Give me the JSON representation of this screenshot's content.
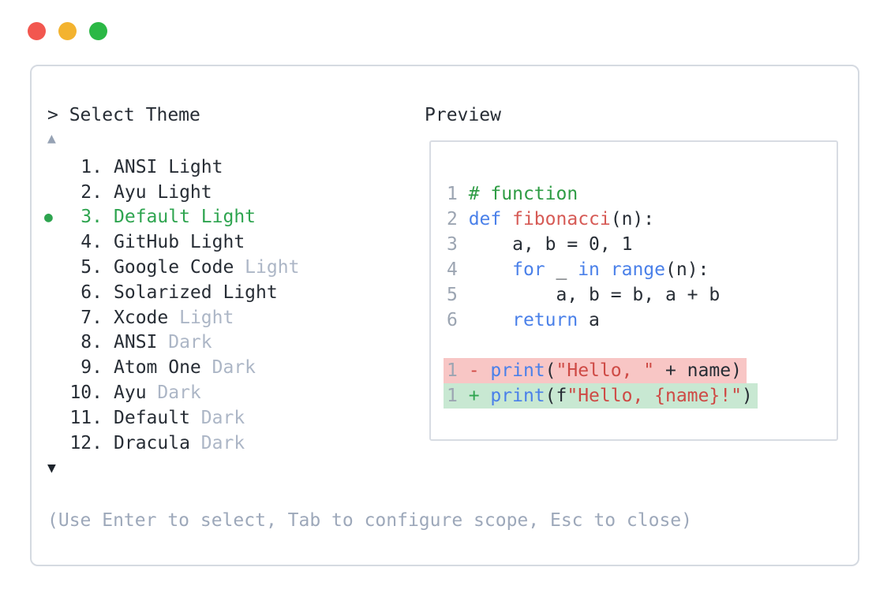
{
  "window": {
    "traffic_lights": [
      {
        "name": "close",
        "color": "#F2574F"
      },
      {
        "name": "minimize",
        "color": "#F3B32F"
      },
      {
        "name": "zoom",
        "color": "#2BB845"
      }
    ]
  },
  "theme_picker": {
    "prompt": "> Select Theme",
    "scroll_up_indicator": "▲",
    "scroll_down_indicator": "▼",
    "selected_marker": "●",
    "selected_index": 2,
    "items": [
      {
        "num": "1.",
        "name": "ANSI Light",
        "suffix": "",
        "selected": false
      },
      {
        "num": "2.",
        "name": "Ayu Light",
        "suffix": "",
        "selected": false
      },
      {
        "num": "3.",
        "name": "Default Light",
        "suffix": "",
        "selected": true
      },
      {
        "num": "4.",
        "name": "GitHub Light",
        "suffix": "",
        "selected": false
      },
      {
        "num": "5.",
        "name": "Google Code",
        "suffix": "Light",
        "selected": false
      },
      {
        "num": "6.",
        "name": "Solarized Light",
        "suffix": "",
        "selected": false
      },
      {
        "num": "7.",
        "name": "Xcode",
        "suffix": "Light",
        "selected": false
      },
      {
        "num": "8.",
        "name": "ANSI",
        "suffix": "Dark",
        "selected": false
      },
      {
        "num": "9.",
        "name": "Atom One",
        "suffix": "Dark",
        "selected": false
      },
      {
        "num": "10.",
        "name": "Ayu",
        "suffix": "Dark",
        "selected": false
      },
      {
        "num": "11.",
        "name": "Default",
        "suffix": "Dark",
        "selected": false
      },
      {
        "num": "12.",
        "name": "Dracula",
        "suffix": "Dark",
        "selected": false
      }
    ],
    "help_text": "(Use Enter to select, Tab to configure scope, Esc to close)"
  },
  "preview": {
    "label": "Preview",
    "code_lines": [
      {
        "no": "1",
        "highlight": "",
        "tokens": [
          {
            "t": "# function",
            "c": "comment"
          }
        ]
      },
      {
        "no": "2",
        "highlight": "",
        "tokens": [
          {
            "t": "def",
            "c": "keyword"
          },
          {
            "t": " ",
            "c": "plain"
          },
          {
            "t": "fibonacci",
            "c": "func"
          },
          {
            "t": "(n):",
            "c": "plain"
          }
        ]
      },
      {
        "no": "3",
        "highlight": "",
        "tokens": [
          {
            "t": "    a, b = 0, 1",
            "c": "plain"
          }
        ]
      },
      {
        "no": "4",
        "highlight": "",
        "tokens": [
          {
            "t": "    ",
            "c": "plain"
          },
          {
            "t": "for",
            "c": "keyword"
          },
          {
            "t": " _ ",
            "c": "plain"
          },
          {
            "t": "in",
            "c": "keyword"
          },
          {
            "t": " ",
            "c": "plain"
          },
          {
            "t": "range",
            "c": "keyword"
          },
          {
            "t": "(n):",
            "c": "plain"
          }
        ]
      },
      {
        "no": "5",
        "highlight": "",
        "tokens": [
          {
            "t": "        a, b = b, a + b",
            "c": "plain"
          }
        ]
      },
      {
        "no": "6",
        "highlight": "",
        "tokens": [
          {
            "t": "    ",
            "c": "plain"
          },
          {
            "t": "return",
            "c": "keyword"
          },
          {
            "t": " a",
            "c": "plain"
          }
        ]
      },
      {
        "no": "",
        "highlight": "",
        "tokens": []
      },
      {
        "no": "1",
        "highlight": "del",
        "tokens": [
          {
            "t": "- ",
            "c": "minus"
          },
          {
            "t": "print",
            "c": "keyword"
          },
          {
            "t": "(",
            "c": "plain"
          },
          {
            "t": "\"Hello, \"",
            "c": "string"
          },
          {
            "t": " + name)",
            "c": "plain"
          }
        ]
      },
      {
        "no": "1",
        "highlight": "add",
        "tokens": [
          {
            "t": "+ ",
            "c": "plus"
          },
          {
            "t": "print",
            "c": "keyword"
          },
          {
            "t": "(f",
            "c": "plain"
          },
          {
            "t": "\"Hello, {name}!\"",
            "c": "string"
          },
          {
            "t": ")",
            "c": "plain"
          }
        ]
      }
    ]
  },
  "colors": {
    "text_dark": "#272D35",
    "text_muted": "#9DA8BA",
    "suffix_gray": "#ACB6C6",
    "line_number_gray": "#9CA5B2",
    "selection_green": "#2EA44F",
    "comment_green": "#2E9C44",
    "keyword_blue": "#4A80E9",
    "function_red": "#D65A55",
    "string_red": "#CE4A45",
    "diff_removed_bg": "#F8C6C5",
    "diff_added_bg": "#C8E8D2",
    "panel_border": "#D5DAE1",
    "preview_border": "#D8DCE3"
  }
}
